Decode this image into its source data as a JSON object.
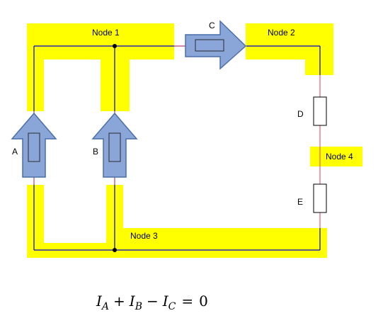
{
  "nodes": {
    "node1": "Node 1",
    "node2": "Node 2",
    "node3": "Node 3",
    "node4": "Node 4"
  },
  "components": {
    "a": "A",
    "b": "B",
    "c": "C",
    "d": "D",
    "e": "E"
  },
  "equation": {
    "i": "I",
    "sub_a": "A",
    "plus": "+",
    "sub_b": "B",
    "minus": "−",
    "sub_c": "C",
    "equals": "=",
    "zero": "0"
  },
  "colors": {
    "node_fill": "#ffff00",
    "wire": "#0000cc",
    "wire_pink": "#e0607a",
    "arrow_fill": "#8aa6d8",
    "arrow_stroke": "#4a6fa8",
    "resistor_stroke": "#000000"
  }
}
